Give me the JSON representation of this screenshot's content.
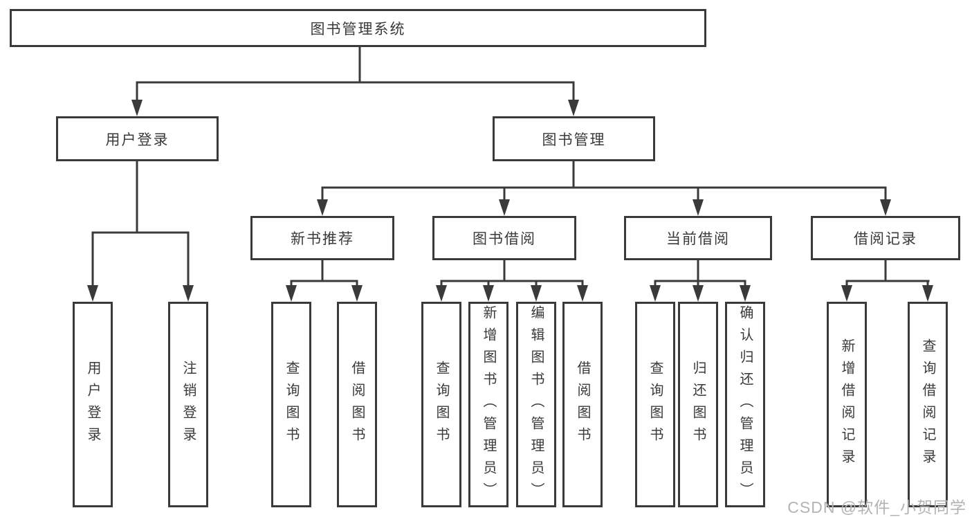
{
  "tree": {
    "root": {
      "label": "图书管理系统"
    },
    "user_login": {
      "label": "用户登录",
      "children": [
        {
          "label": "用户登录"
        },
        {
          "label": "注销登录"
        }
      ]
    },
    "book_management": {
      "label": "图书管理"
    },
    "new_book_recommend": {
      "label": "新书推荐",
      "children": [
        {
          "label": "查询图书"
        },
        {
          "label": "借阅图书"
        }
      ]
    },
    "book_borrow": {
      "label": "图书借阅",
      "children": [
        {
          "label": "查询图书"
        },
        {
          "label": "新增图书（管理员）"
        },
        {
          "label": "编辑图书（管理员）"
        },
        {
          "label": "借阅图书"
        }
      ]
    },
    "current_borrow": {
      "label": "当前借阅",
      "children": [
        {
          "label": "查询图书"
        },
        {
          "label": "归还图书"
        },
        {
          "label": "确认归还（管理员）"
        }
      ]
    },
    "borrow_records": {
      "label": "借阅记录",
      "children": [
        {
          "label": "新增借阅记录"
        },
        {
          "label": "查询借阅记录"
        }
      ]
    }
  },
  "watermark": {
    "text": "CSDN @软件_小贺同学"
  },
  "colors": {
    "line": "#3a3a3a",
    "box_border": "#3a3a3a",
    "text": "#3a3a3a",
    "watermark": "#b3b3b3",
    "background": "#ffffff"
  }
}
